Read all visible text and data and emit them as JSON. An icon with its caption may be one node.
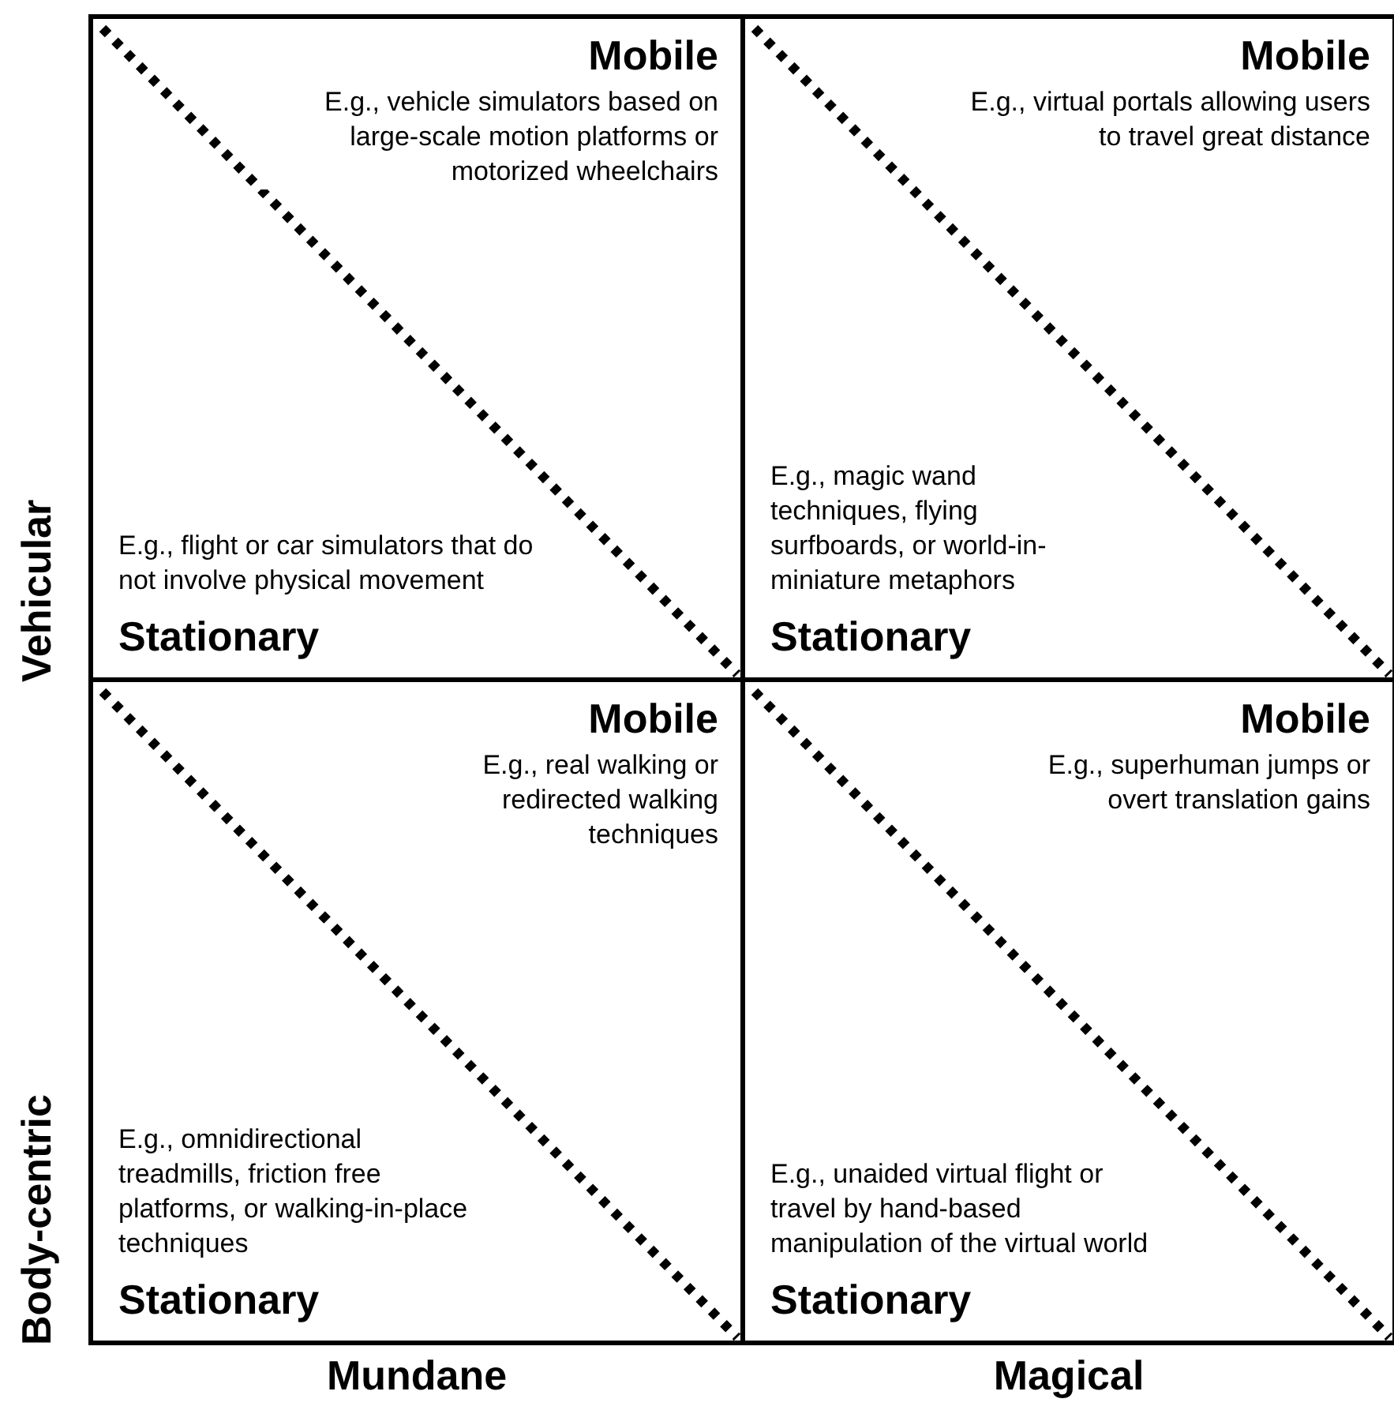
{
  "diagram": {
    "nodes": [
      {
        "text": [
          "Mobile",
          "E.g., vehicle simulators based on large-scale motion platforms or motorized wheelchairs",
          "E.g., flight or car simulators that do not involve physical movement",
          "Stationary"
        ]
      },
      {
        "text": [
          "Mobile",
          "E.g., virtual portals allowing users to travel great distance",
          "E.g., magic wand techniques, flying surfboards, or world-in-miniature metaphors",
          "Stationary"
        ]
      },
      {
        "text": [
          "Mobile",
          "E.g., real walking or redirected walking techniques",
          "E.g., omnidirectional treadmills, friction free platforms, or walking-in-place techniques",
          "Stationary"
        ]
      },
      {
        "text": [
          "Mobile",
          "E.g., superhuman jumps or overt translation gains",
          "E.g., unaided virtual flight or travel by hand-based manipulation of the virtual world",
          "Stationary"
        ]
      }
    ],
    "edges": [],
    "labels": [
      "Vehicular",
      "Body-centric",
      "Mundane",
      "Magical"
    ]
  }
}
